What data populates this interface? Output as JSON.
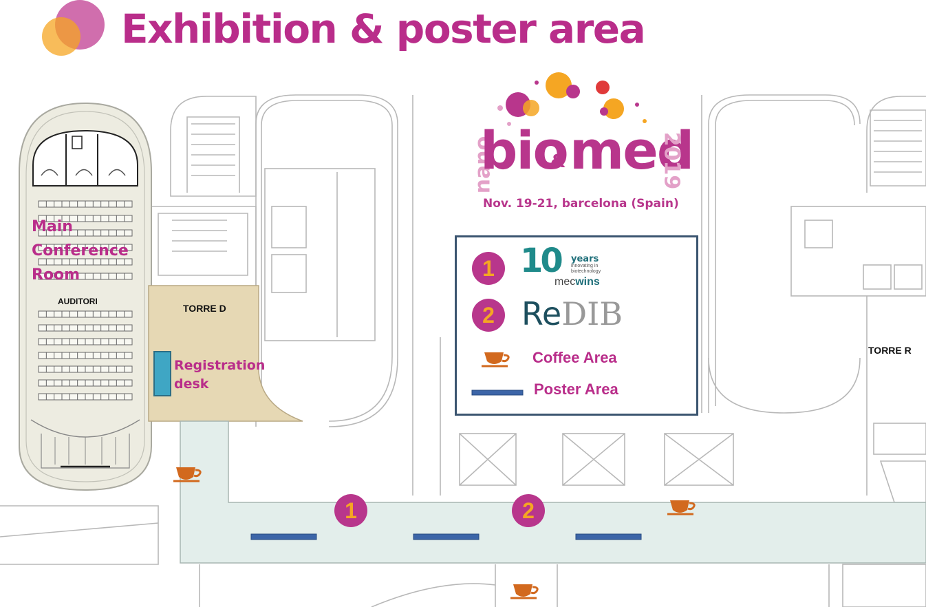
{
  "title": "Exhibition & poster area",
  "rooms": {
    "main_conference": [
      "Main",
      "Conference",
      "Room"
    ],
    "auditori": "AUDITORI",
    "torre_d": "TORRE D",
    "torre_r": "TORRE R",
    "registration": [
      "Registration",
      "desk"
    ]
  },
  "event_logo": {
    "prefix": "nano",
    "word_bio": "bio",
    "amp": "&",
    "word_med": "med",
    "year": "2019",
    "dates": "Nov. 19-21, barcelona (Spain)"
  },
  "legend": {
    "items": [
      {
        "number": "1",
        "logo_big": "10",
        "logo_years": "years",
        "logo_tag1": "innovating in",
        "logo_tag2": "biotechnology",
        "logo_name_a": "mec",
        "logo_name_b": "wins"
      },
      {
        "number": "2",
        "logo_re": "Re",
        "logo_dib": "DIB"
      }
    ],
    "coffee_label": "Coffee Area",
    "poster_label": "Poster Area"
  },
  "markers": [
    {
      "number": "1"
    },
    {
      "number": "2"
    }
  ],
  "colors": {
    "brand_magenta": "#b92d8a",
    "badge_fill": "#b8368c",
    "badge_number": "#f5a623",
    "corridor": "#e3eeeb",
    "torre_d_fill": "#e6d8b4",
    "poster_bar": "#3c65a8",
    "coffee": "#d2691e",
    "registration_desk": "#3fa6c4"
  },
  "icons": [
    "coffee-cup-icon",
    "poster-bar-icon"
  ]
}
